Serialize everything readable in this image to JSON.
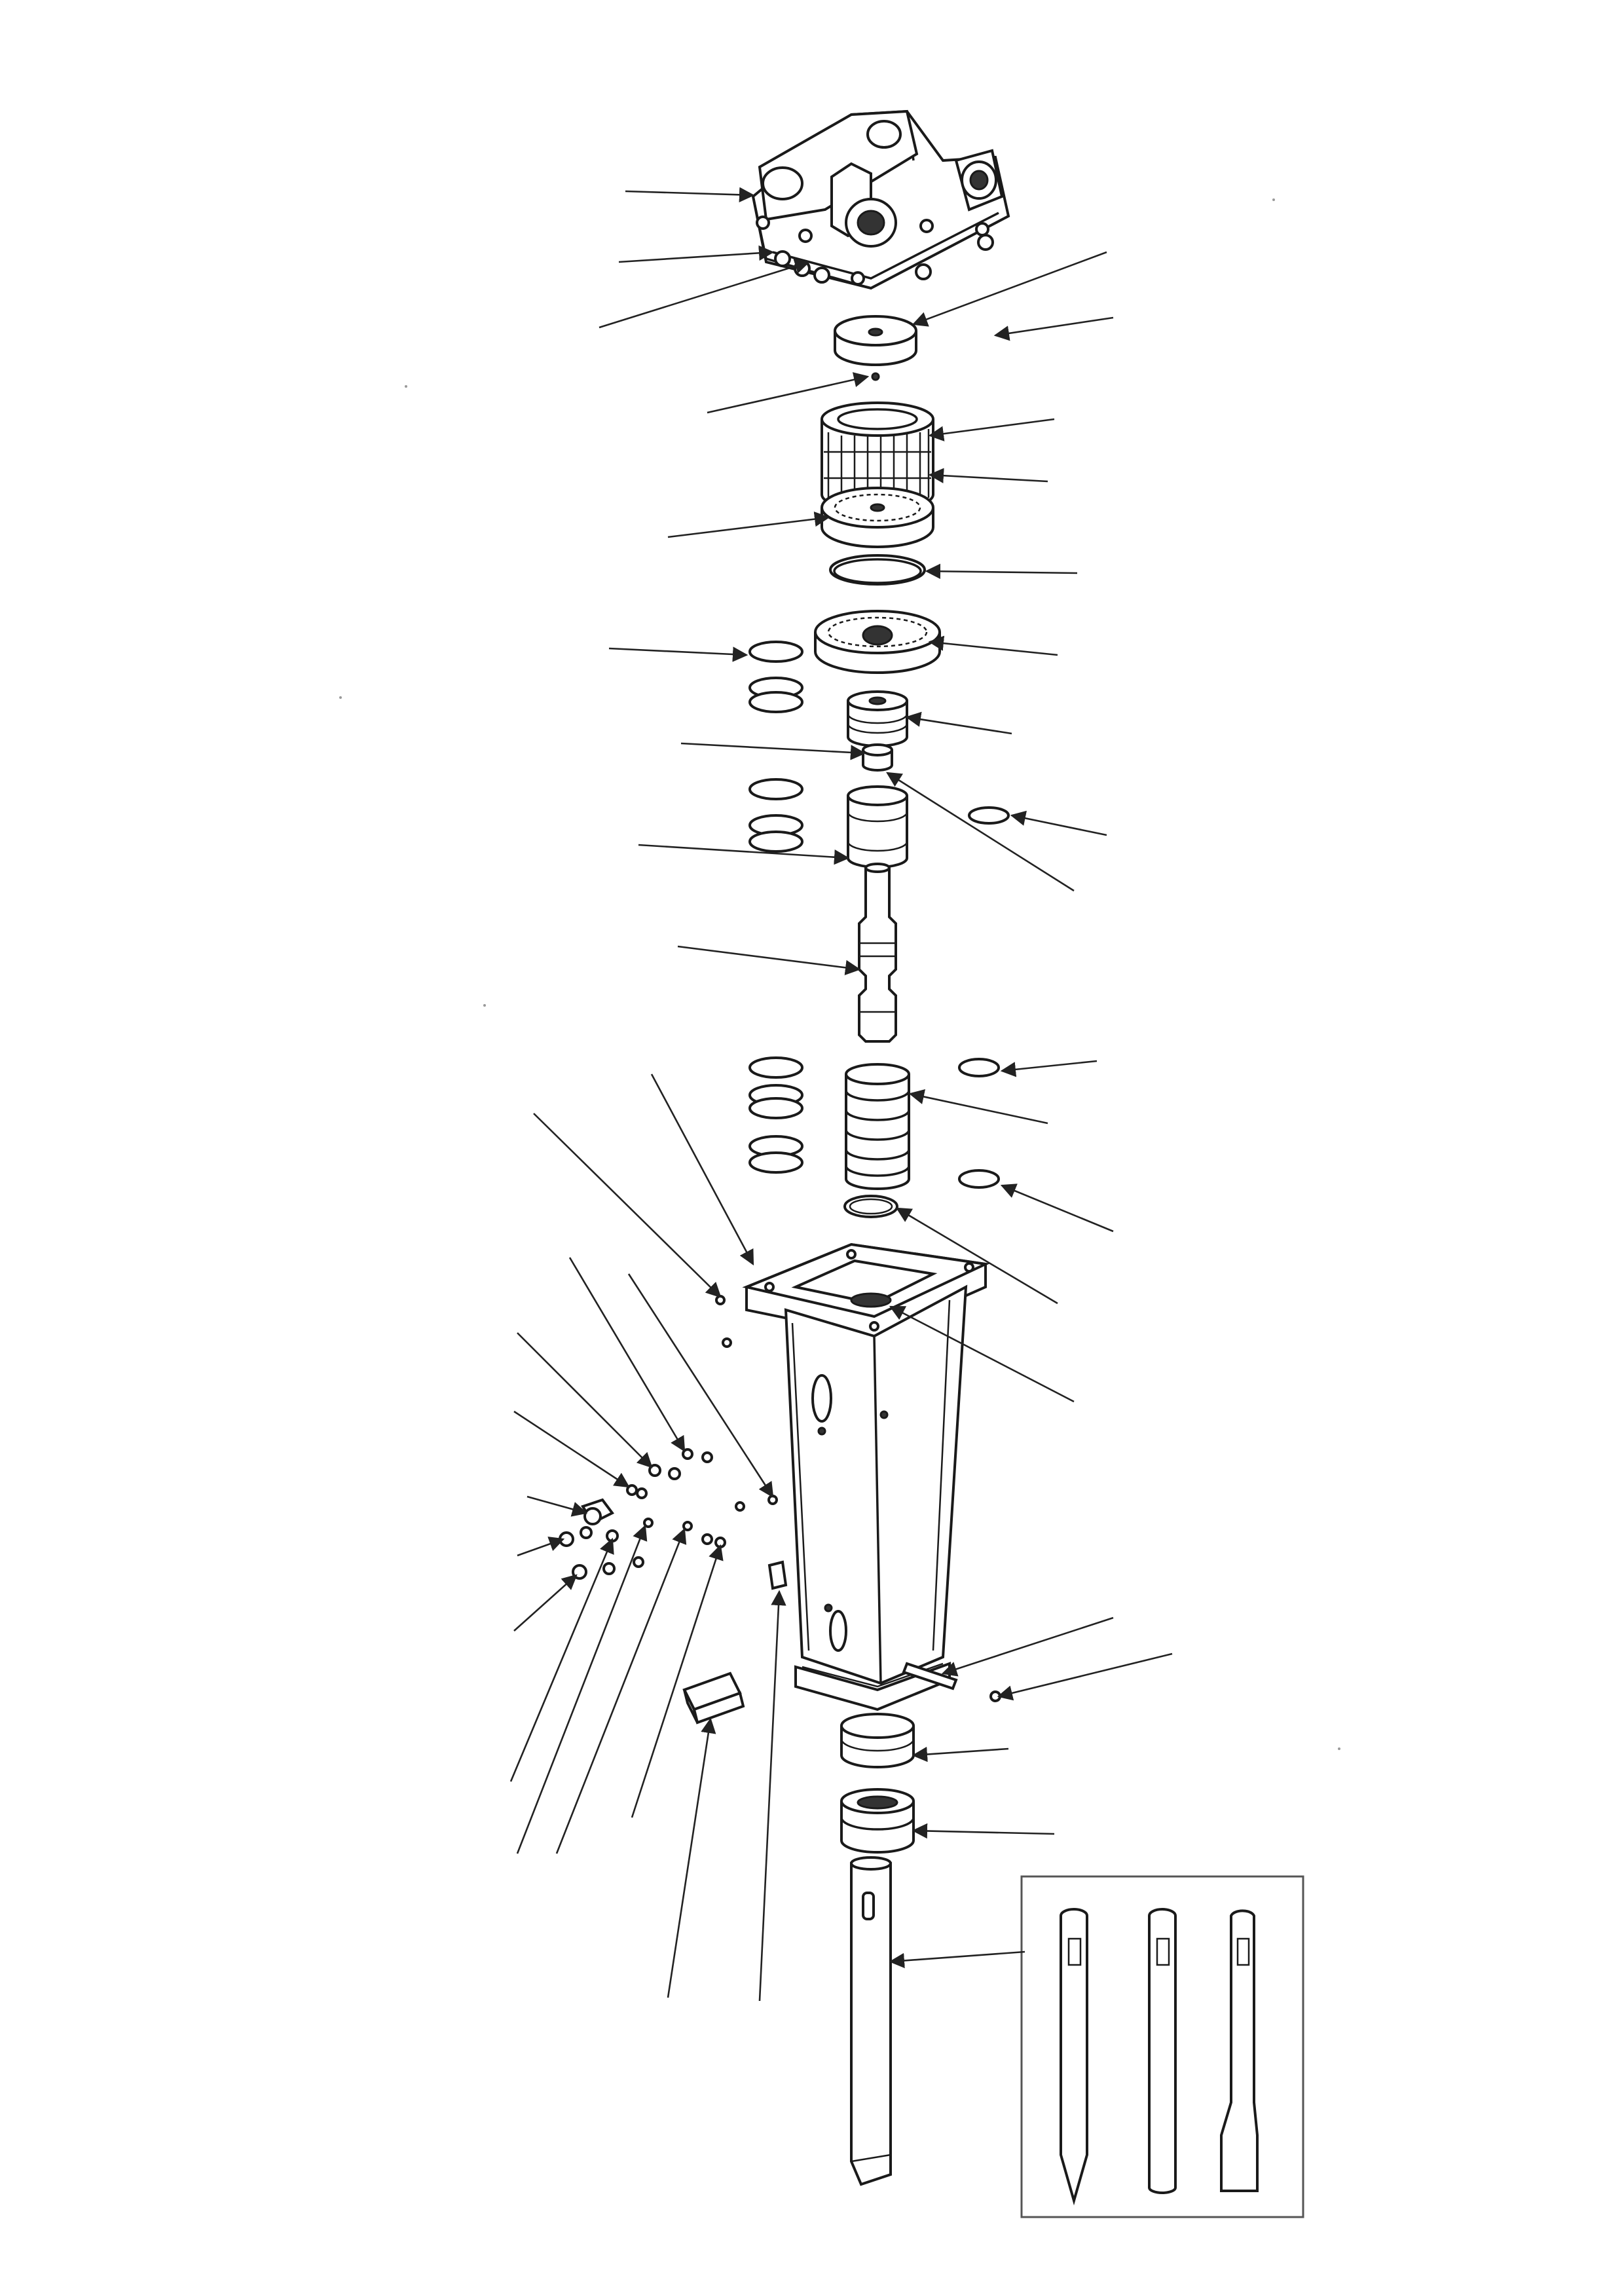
{
  "drawing": {
    "kind": "exploded parts view",
    "callout_labels": [],
    "inset": {
      "tools": [
        "moil-point-tool",
        "blunt-tool",
        "chisel-tool"
      ]
    }
  }
}
